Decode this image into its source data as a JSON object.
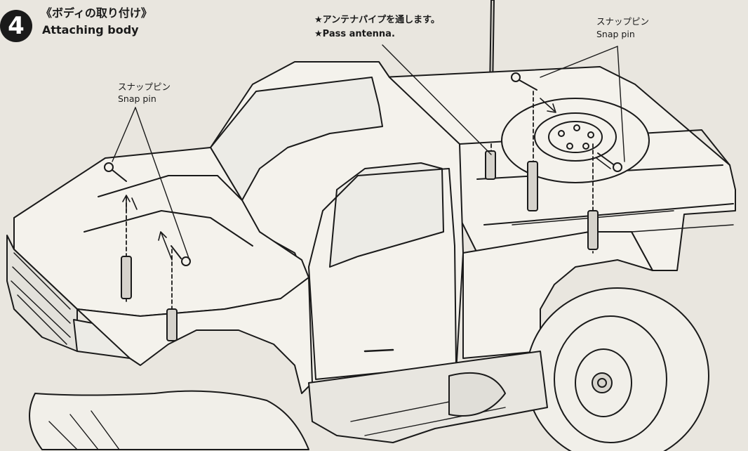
{
  "step": {
    "number": "4",
    "title_jp": "《ボディの取り付け》",
    "title_en": "Attaching body"
  },
  "callouts": {
    "antenna_jp": "★アンテナパイプを通します。",
    "antenna_en": "★Pass antenna.",
    "snap_pin_rear_jp": "スナップピン",
    "snap_pin_rear_en": "Snap pin",
    "snap_pin_front_jp": "スナップピン",
    "snap_pin_front_en": "Snap pin"
  },
  "colors": {
    "paper": "#e9e6df",
    "ink": "#1a1a1a"
  }
}
